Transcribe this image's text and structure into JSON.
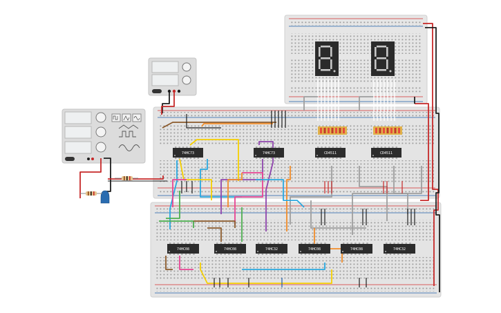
{
  "colors": {
    "breadboard": "#e4e4e4",
    "rail_red": "#d32f2f",
    "rail_blue": "#1e5fa8",
    "chip_body": "#2c2c2c",
    "instrument_body": "#dcdcdc",
    "lcd": "#e9ecee",
    "seven_segment_body": "#2b2b2b",
    "seven_segment_on": "#c8c8c8",
    "resistor_array": "#e0b24a"
  },
  "chips": {
    "c1": {
      "label": "74HC73"
    },
    "c2": {
      "label": "74HC73"
    },
    "c3": {
      "label": "CD4511"
    },
    "c4": {
      "label": "CD4511"
    },
    "c5": {
      "label": "74HC08"
    },
    "c6": {
      "label": "74HC08"
    },
    "c7": {
      "label": "74HC32"
    },
    "c8": {
      "label": "74HC08"
    },
    "c9": {
      "label": "74HC08"
    },
    "c10": {
      "label": "74HC32"
    }
  },
  "displays": [
    {
      "digit": "8",
      "icon": "seven-segment-display-icon"
    },
    {
      "digit": "8",
      "icon": "seven-segment-display-icon"
    }
  ],
  "instruments": {
    "power_supply": {
      "icon": "dc-power-supply-icon"
    },
    "function_generator": {
      "icon": "function-generator-icon",
      "waveforms": [
        "square",
        "triangle",
        "sine"
      ]
    }
  },
  "components": {
    "led": {
      "color": "#2a6cb0",
      "icon": "led-icon"
    },
    "resistors": [
      "resistor-icon",
      "resistor-icon"
    ]
  }
}
